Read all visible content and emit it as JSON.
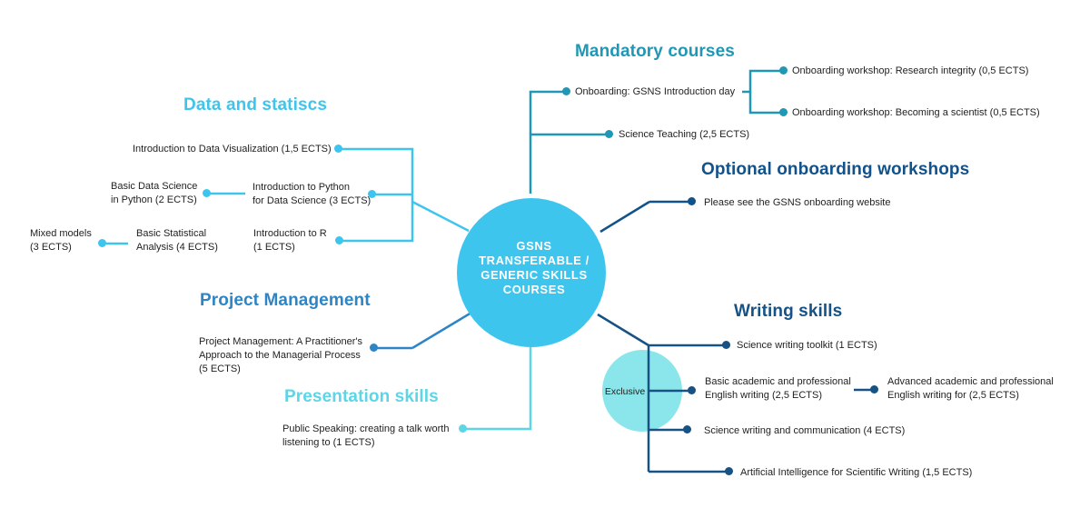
{
  "center": {
    "line1": "GSNS",
    "line2": "TRANSFERABLE /",
    "line3": "GENERIC SKILLS",
    "line4": "COURSES"
  },
  "colors": {
    "center_fill": "#3ec5ee",
    "mandatory": "#1f97b5",
    "data": "#3ec5ee",
    "optional": "#12528a",
    "project": "#2d85c5",
    "presentation": "#5ed5e6",
    "writing": "#175285",
    "exclusive_fill": "#8ae6ea"
  },
  "mandatory": {
    "heading": "Mandatory courses",
    "onboarding": "Onboarding: GSNS Introduction day",
    "integrity": "Onboarding workshop: Research integrity (0,5 ECTS)",
    "scientist": "Onboarding workshop: Becoming a scientist (0,5 ECTS)",
    "teaching": "Science Teaching (2,5 ECTS)"
  },
  "data_stats": {
    "heading": "Data and statiscs",
    "visualization": "Introduction to Data Visualization (1,5 ECTS)",
    "python_intro_1": "Introduction to Python",
    "python_intro_2": "for Data Science (3 ECTS)",
    "basic_ds_1": "Basic Data Science",
    "basic_ds_2": "in Python (2 ECTS)",
    "intro_r_1": "Introduction to R",
    "intro_r_2": "(1 ECTS)",
    "stat_1": "Basic Statistical",
    "stat_2": "Analysis (4 ECTS)",
    "mixed_1": "Mixed models",
    "mixed_2": "(3 ECTS)"
  },
  "optional": {
    "heading": "Optional onboarding workshops",
    "website": "Please see the GSNS onboarding website"
  },
  "project": {
    "heading": "Project Management",
    "line1": "Project Management: A Practitioner's",
    "line2": "Approach to the Managerial Process",
    "line3": "(5 ECTS)"
  },
  "presentation": {
    "heading": "Presentation skills",
    "line1": "Public Speaking: creating a talk worth",
    "line2": "listening to (1 ECTS)"
  },
  "writing": {
    "heading": "Writing skills",
    "exclusive": "Exclusive",
    "toolkit": "Science writing toolkit (1 ECTS)",
    "basic_1": "Basic academic and professional",
    "basic_2": "English writing (2,5 ECTS)",
    "advanced_1": "Advanced academic and professional",
    "advanced_2": "English writing for (2,5 ECTS)",
    "communication": "Science writing and communication (4 ECTS)",
    "ai": "Artificial Intelligence for Scientific Writing (1,5 ECTS)"
  }
}
